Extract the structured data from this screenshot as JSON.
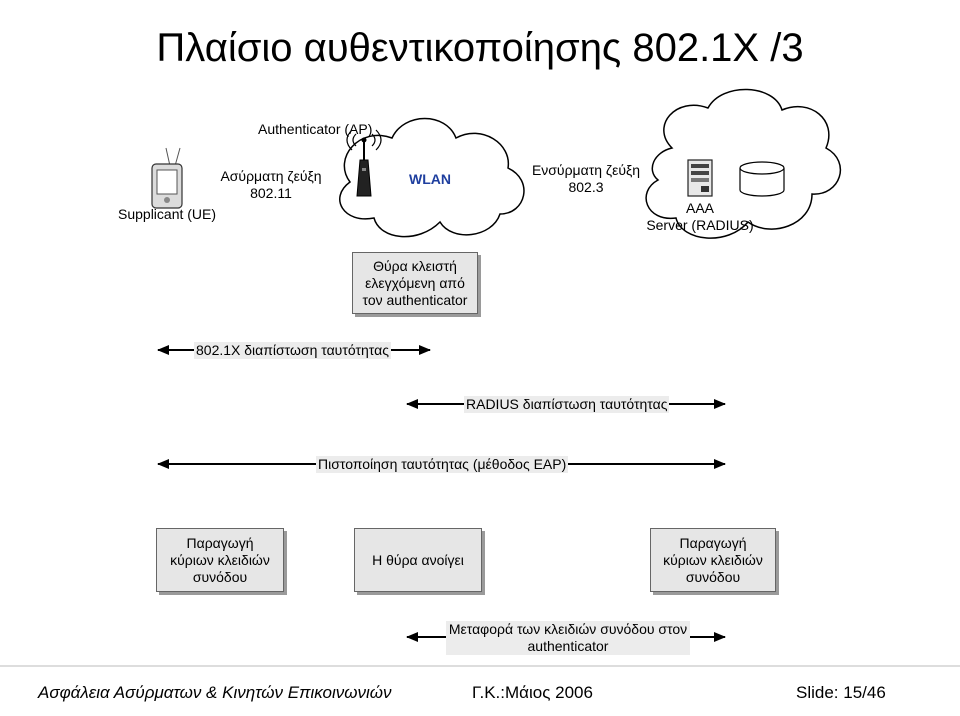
{
  "slide": {
    "title": "Πλαίσιο αυθεντικοποίησης 802.1X /3"
  },
  "topology": {
    "authenticator_label": "Authenticator (AP)",
    "wireless_link_line1": "Ασύρματη ζεύξη",
    "wireless_link_line2": "802.11",
    "supplicant_label": "Supplicant (UE)",
    "wlan_label": "WLAN",
    "wired_link_line1": "Ενσύρματη ζεύξη",
    "wired_link_line2": "802.3",
    "aaa_line1": "AAA",
    "aaa_line2": "Server (RADIUS)",
    "port_box": [
      "Θύρα κλειστή",
      "ελεγχόμενη από",
      "τον authenticator"
    ]
  },
  "flows": {
    "eapol": "802.1X διαπίστωση ταυτότητας",
    "radius": "RADIUS διαπίστωση ταυτότητας",
    "eap": "Πιστοποίηση ταυτότητας (μέθοδος EAP)",
    "key_transfer_line1": "Μεταφορά των κλειδιών συνόδου στον",
    "key_transfer_line2": "authenticator"
  },
  "outcomes": {
    "left": [
      "Παραγωγή",
      "κύριων κλειδιών",
      "συνόδου"
    ],
    "center": "Η θύρα ανοίγει",
    "right": [
      "Παραγωγή",
      "κύριων κλειδιών",
      "συνόδου"
    ]
  },
  "footer": {
    "course": "Ασφάλεια Ασύρματων & Κινητών Επικοινωνιών",
    "author_date": "Γ.Κ.:Μάιος 2006",
    "slide_number": "Slide: 15/46"
  },
  "colors": {
    "wlan_text": "#1f3f9f",
    "box_fill": "#e6e6e6",
    "arrow": "#000000"
  }
}
